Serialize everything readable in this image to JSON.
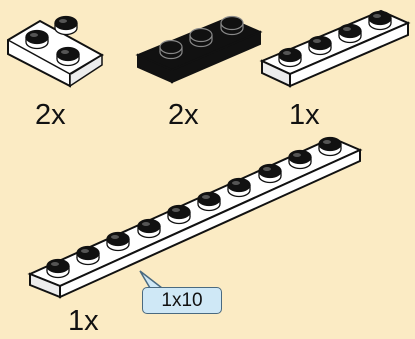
{
  "parts": [
    {
      "name": "corner plate 2x2",
      "color": "white",
      "quantity_label": "2x"
    },
    {
      "name": "plate 1x3",
      "color": "black",
      "quantity_label": "2x"
    },
    {
      "name": "plate 1x4",
      "color": "white",
      "quantity_label": "1x"
    },
    {
      "name": "plate 1x10",
      "color": "white",
      "quantity_label": "1x",
      "size_callout": "1x10"
    }
  ],
  "colors": {
    "background": "#fbebc4",
    "white_brick": "#ffffff",
    "black_brick": "#111111",
    "callout_fill": "#cfe8f6"
  }
}
